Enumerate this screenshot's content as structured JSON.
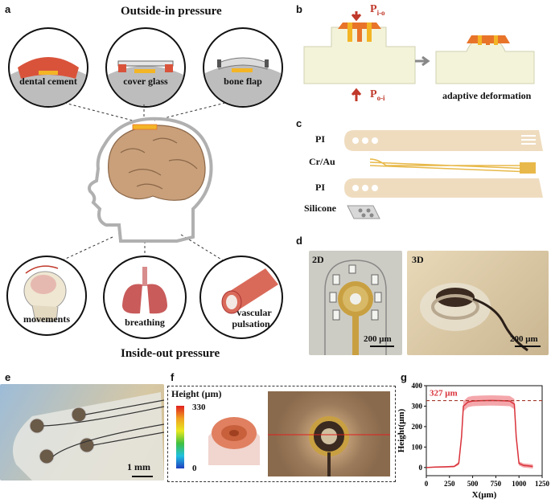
{
  "panels": {
    "a": {
      "letter": "a",
      "top_title": "Outside-in pressure",
      "bottom_title": "Inside-out pressure",
      "top_circles": [
        "dental cement",
        "cover glass",
        "bone flap"
      ],
      "bottom_circles": [
        "movements",
        "breathing",
        "vascular",
        "pulsation"
      ]
    },
    "b": {
      "letter": "b",
      "p_top": "P",
      "p_top_sub": "i-o",
      "p_bottom": "P",
      "p_bottom_sub": "o-i",
      "result_label": "adaptive deformation"
    },
    "c": {
      "letter": "c",
      "layers": [
        "PI",
        "Cr/Au",
        "PI",
        "Silicone"
      ]
    },
    "d": {
      "letter": "d",
      "label_2d": "2D",
      "label_3d": "3D",
      "scale_2d": "200 μm",
      "scale_3d": "200 μm"
    },
    "e": {
      "letter": "e",
      "scale": "1 mm"
    },
    "f": {
      "letter": "f",
      "colorbar_title": "Height (μm)",
      "colorbar_max": "330",
      "colorbar_min": "0"
    },
    "g": {
      "letter": "g",
      "annotation": "327 μm"
    }
  },
  "chart_data": {
    "type": "line",
    "xlabel": "X(μm)",
    "ylabel": "Height(μm)",
    "xlim": [
      0,
      1250
    ],
    "ylim": [
      -40,
      400
    ],
    "xticks": [
      0,
      250,
      500,
      750,
      1000,
      1250
    ],
    "yticks": [
      0,
      100,
      200,
      300,
      400
    ],
    "reference_line": 327,
    "series": [
      {
        "x": [
          0,
          100,
          200,
          300,
          350,
          380,
          400,
          450,
          500,
          600,
          700,
          800,
          900,
          950,
          970,
          1000,
          1050,
          1100,
          1150
        ],
        "y": [
          0,
          2,
          3,
          5,
          20,
          150,
          300,
          320,
          325,
          327,
          328,
          327,
          325,
          310,
          150,
          20,
          10,
          8,
          5
        ],
        "band": [
          0,
          3,
          3,
          4,
          8,
          20,
          25,
          25,
          25,
          25,
          25,
          25,
          25,
          25,
          20,
          10,
          10,
          10,
          10
        ]
      }
    ],
    "colors": {
      "line": "#d9323a",
      "band": "#f08a8f",
      "reference": "#a33a2e"
    }
  },
  "colors": {
    "brain": "#c9a07a",
    "orange": "#e8742a",
    "electrode_yellow": "#f3b526",
    "pi_film": "#efdcbf",
    "gold": "#e8b94a",
    "red_arrow": "#c0392b"
  }
}
